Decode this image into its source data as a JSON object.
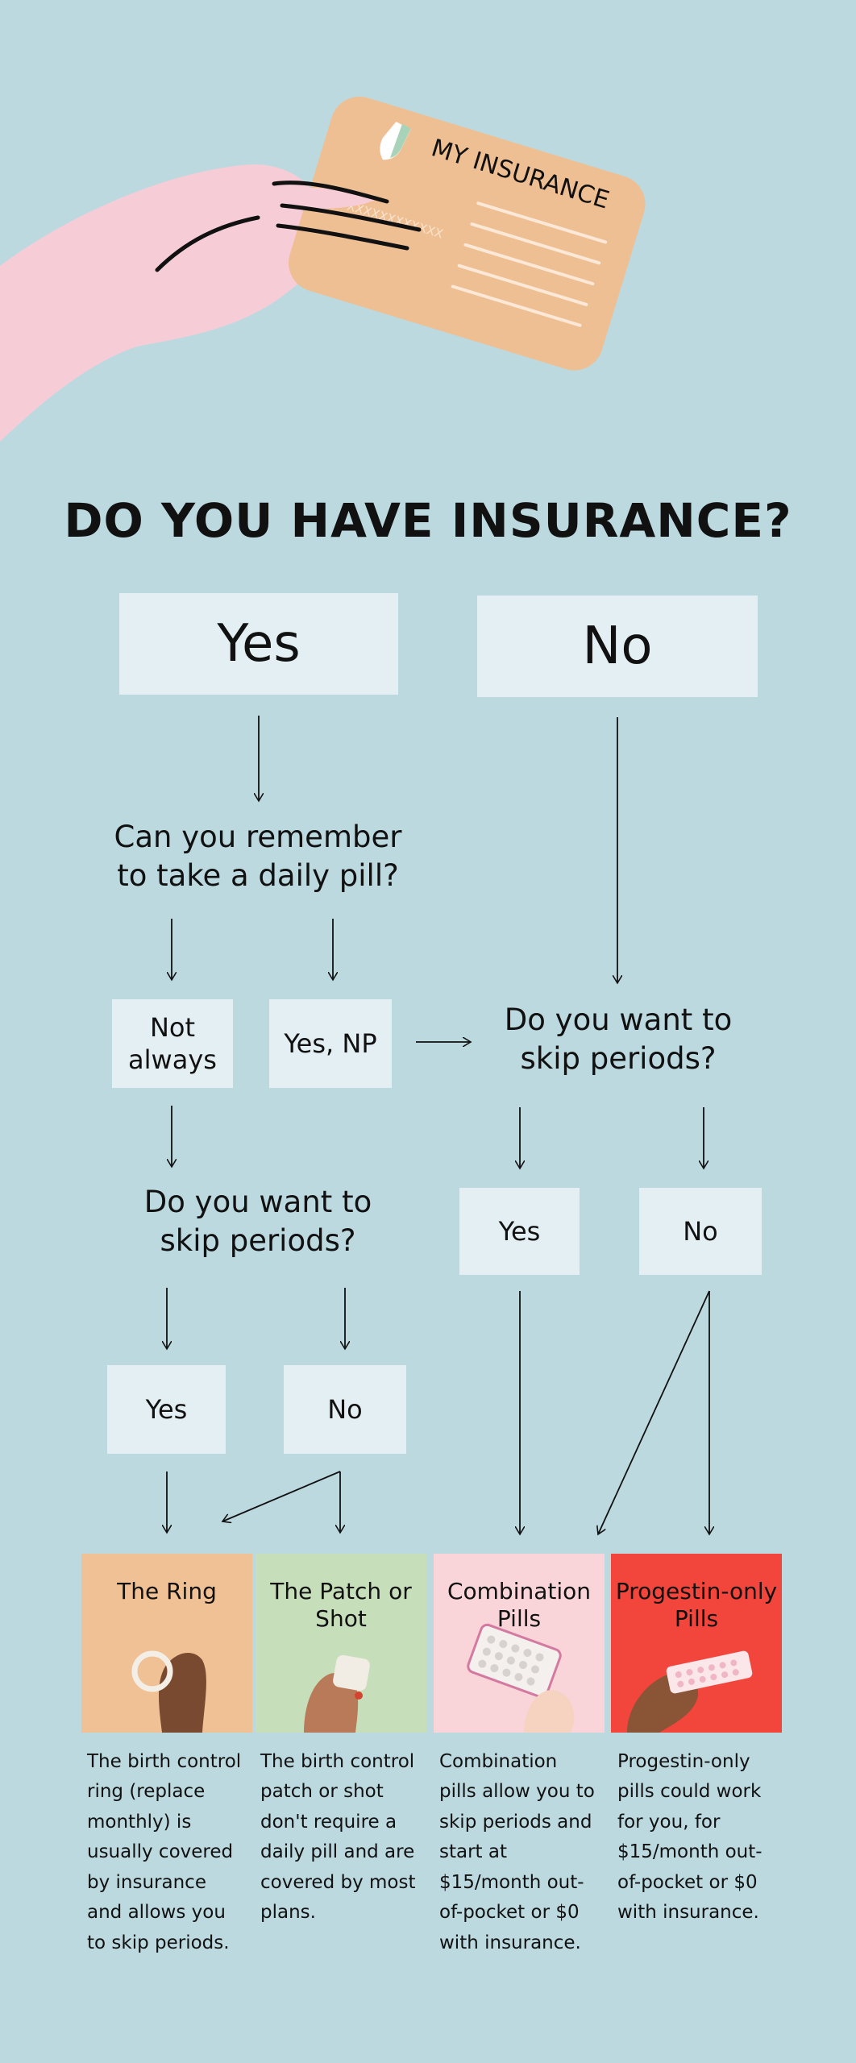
{
  "illustration": {
    "card_title": "MY INSURANCE",
    "card_id": "ID: XXXXXXXXXXXX"
  },
  "headline": "DO YOU HAVE INSURANCE?",
  "options": {
    "yes": "Yes",
    "no": "No"
  },
  "q_daily_pill": "Can you remember to take a daily pill?",
  "daily_options": {
    "not_always": "Not always",
    "yes_np": "Yes, NP"
  },
  "q_skip_right": "Do you want to skip periods?",
  "skip_right_options": {
    "yes": "Yes",
    "no": "No"
  },
  "q_skip_left": "Do you want to skip periods?",
  "skip_left_options": {
    "yes": "Yes",
    "no": "No"
  },
  "methods": [
    {
      "name": "The Ring",
      "color": "#f1c196",
      "description": "The birth control ring (replace monthly) is usually covered by insurance and allows you to skip periods."
    },
    {
      "name": "The Patch or Shot",
      "color": "#c6dfba",
      "description": "The birth control patch or shot don't require a daily pill and are covered by most plans."
    },
    {
      "name": "Combination Pills",
      "color": "#f9d5d9",
      "description": "Combination pills allow you to skip periods and start at $15/month out-of-pocket or $0 with insurance."
    },
    {
      "name": "Progestin-only Pills",
      "color": "#f2453b",
      "description": "Progestin-only pills could work for you, for $15/month out-of-pocket or $0 with insurance."
    }
  ]
}
